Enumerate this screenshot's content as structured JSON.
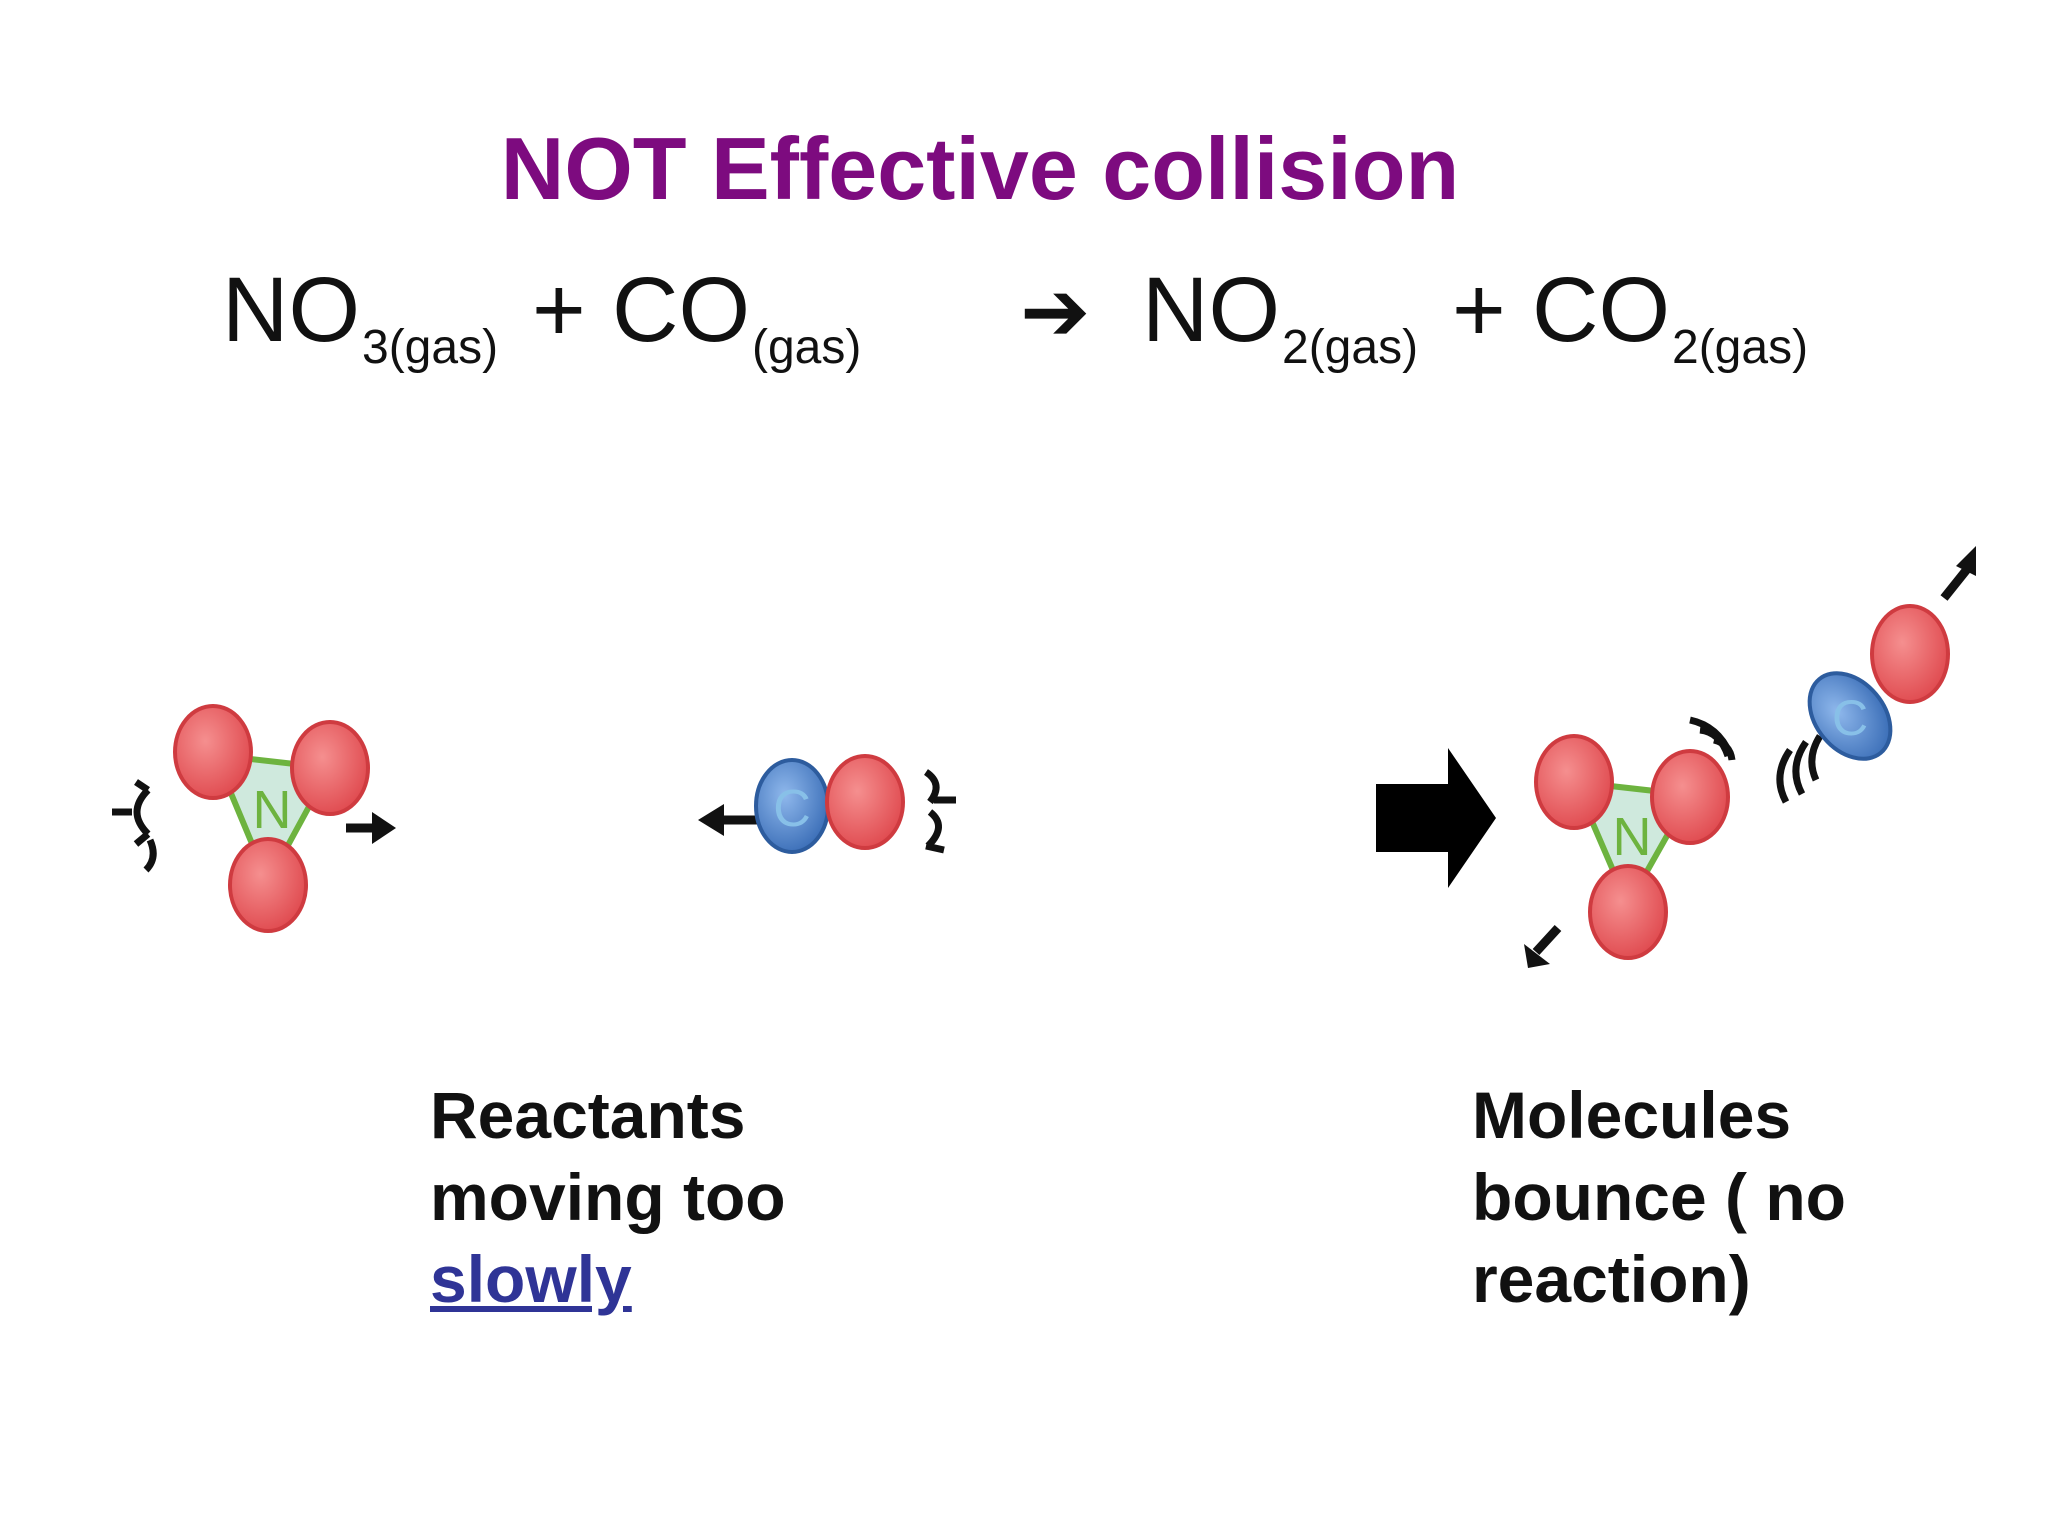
{
  "title": "NOT Effective collision",
  "equation": {
    "reactant1": {
      "formula": "NO",
      "sub": "3(gas)"
    },
    "plus1": "+",
    "reactant2": {
      "formula": "CO",
      "sub": "(gas)"
    },
    "arrow": "➔",
    "product1": {
      "formula": "NO",
      "sub": "2(gas)"
    },
    "plus2": "+",
    "product2": {
      "formula": "CO",
      "sub": "2(gas)"
    }
  },
  "atom_labels": {
    "nitrogen": "N",
    "carbon": "C"
  },
  "left_caption": {
    "line1": "Reactants",
    "line2": "moving too",
    "emphasis": "slowly"
  },
  "right_caption": {
    "line1": "Molecules",
    "line2": "bounce ( no",
    "line3": "reaction)"
  },
  "colors": {
    "title": "#7d0b7f",
    "oxygen": "#e8555a",
    "carbon": "#4a7fc8",
    "nitrogen_bond": "#6db33f",
    "link": "#2f3496"
  }
}
